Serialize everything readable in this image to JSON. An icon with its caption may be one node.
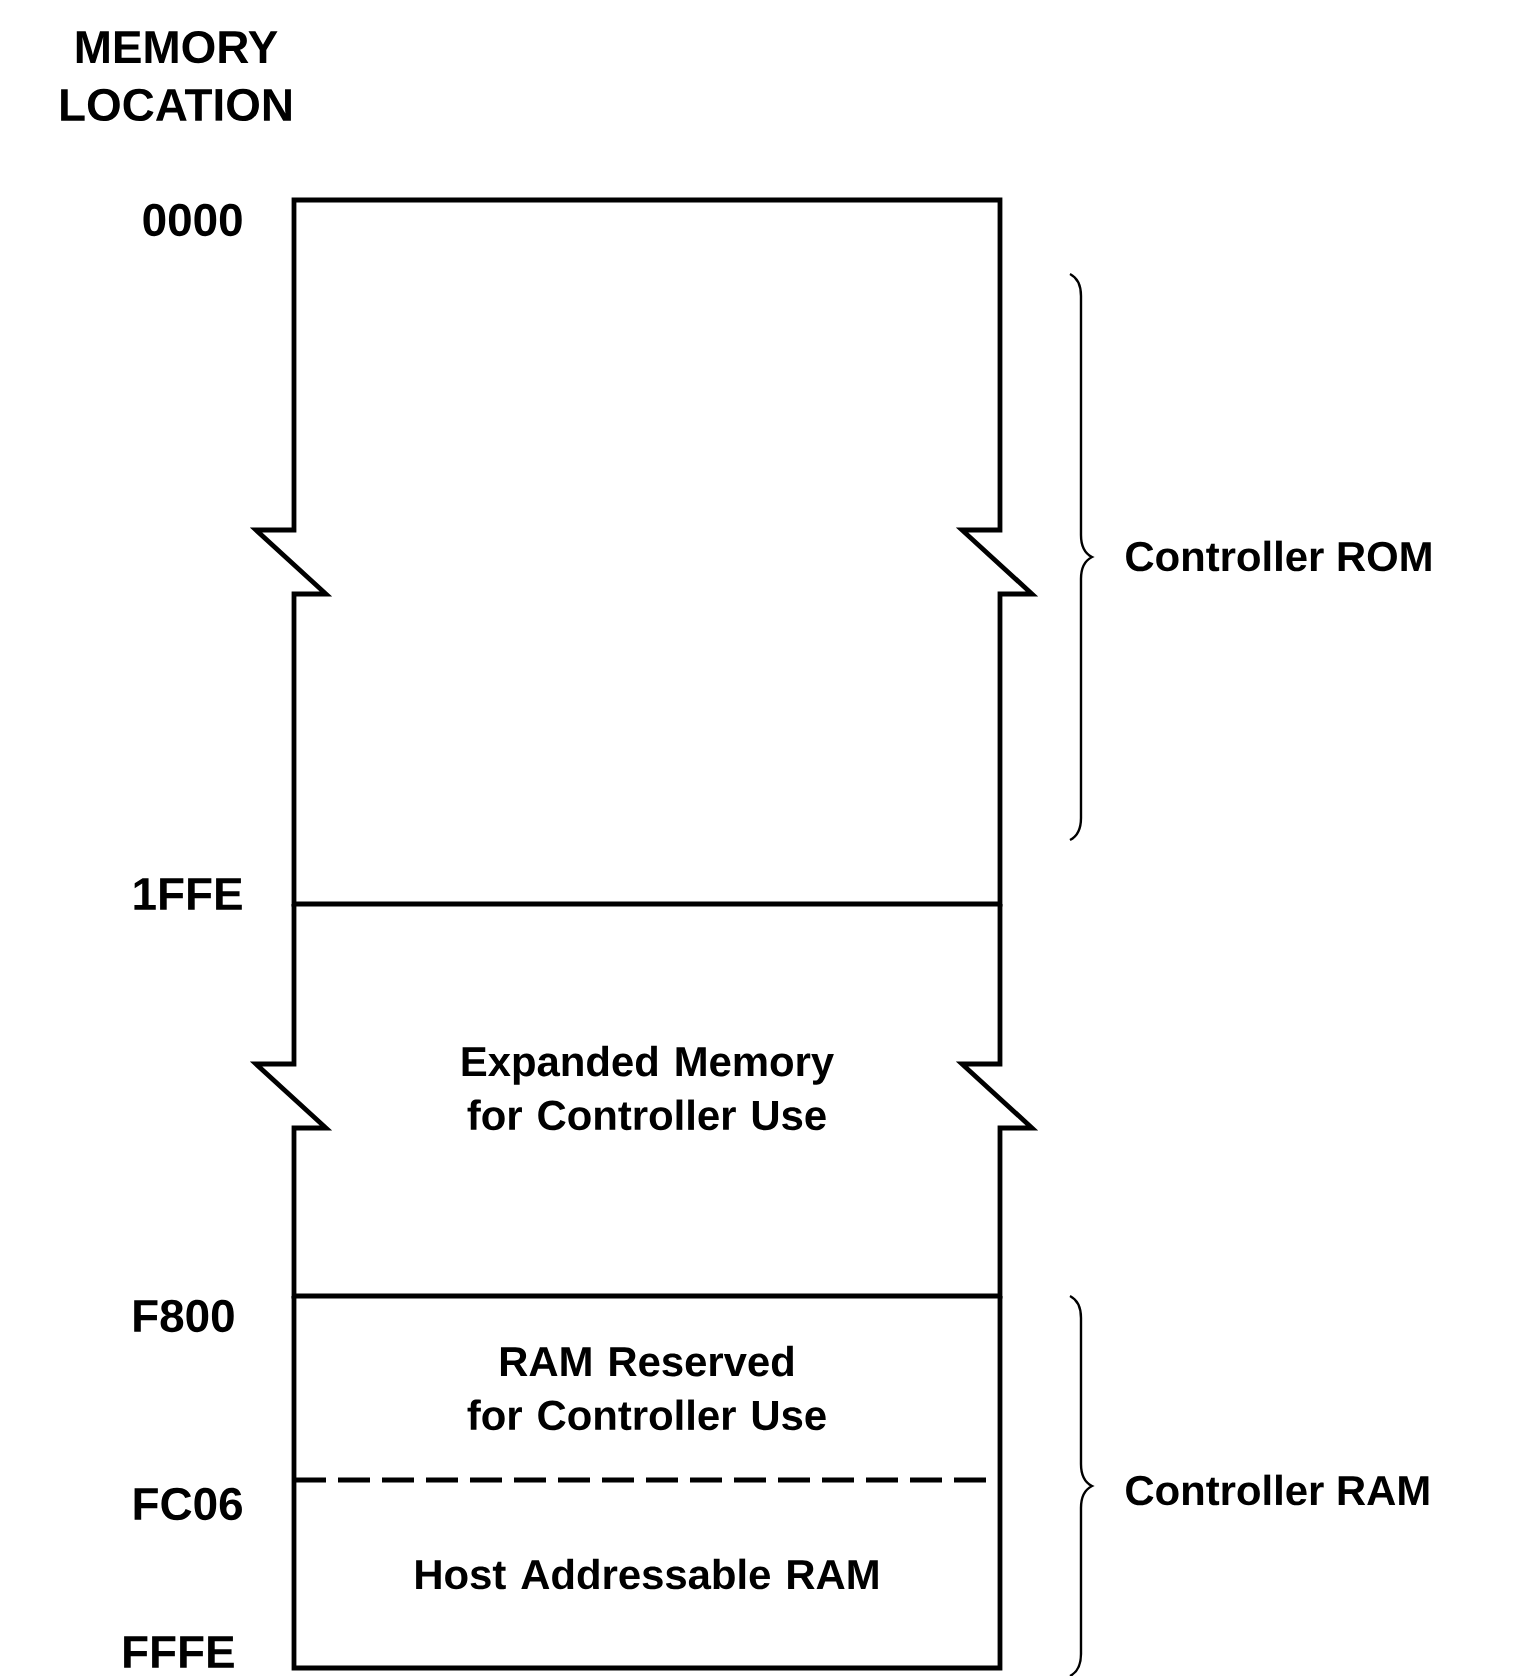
{
  "diagram": {
    "nodes": [
      {
        "text": [],
        "shape": "box"
      },
      {
        "text": [
          "Expanded Memory for Controller Use"
        ]
      },
      {
        "text": [
          "RAM Reserved for Controller Use"
        ]
      },
      {
        "text": [
          "Host Addressable RAM"
        ]
      }
    ],
    "labels": [
      "MEMORY LOCATION",
      "0000",
      "1FFE",
      "F800",
      "FC06",
      "FFFE",
      "Controller ROM",
      "Controller RAM"
    ]
  }
}
